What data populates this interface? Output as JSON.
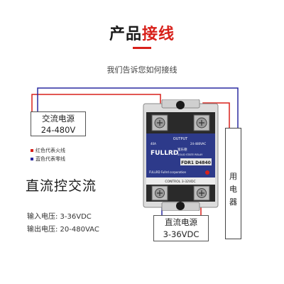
{
  "header": {
    "title_part1": "产品",
    "title_part2": "接线",
    "subtitle": "我们告诉您如何接线"
  },
  "ac_source": {
    "line1": "交流电源",
    "line2": "24-480V"
  },
  "legend": {
    "red_label": "红色代表火线",
    "blue_label": "蓝色代表零线",
    "red_color": "#d8201a",
    "blue_color": "#2a2aa0"
  },
  "main_caption": "直流控交流",
  "specs": {
    "input": "输入电压: 3-36VDC",
    "output": "输出电压: 20-480VAC"
  },
  "dc_source": {
    "line1": "直流电源",
    "line2": "3-36VDC"
  },
  "load": {
    "label_chars": [
      "用",
      "电",
      "器"
    ]
  },
  "relay": {
    "output_label": "OUTPUT",
    "brand": "FULLRD",
    "brand_cn": "富乐德",
    "type_line": "SOLID STATE RELAY",
    "model": "FDR1 D4840",
    "rating": "40A",
    "output_range": "24-480VAC",
    "control_label": "CONTROL 3-32VDC",
    "corp": "FULLRD Fullrd corporation"
  }
}
